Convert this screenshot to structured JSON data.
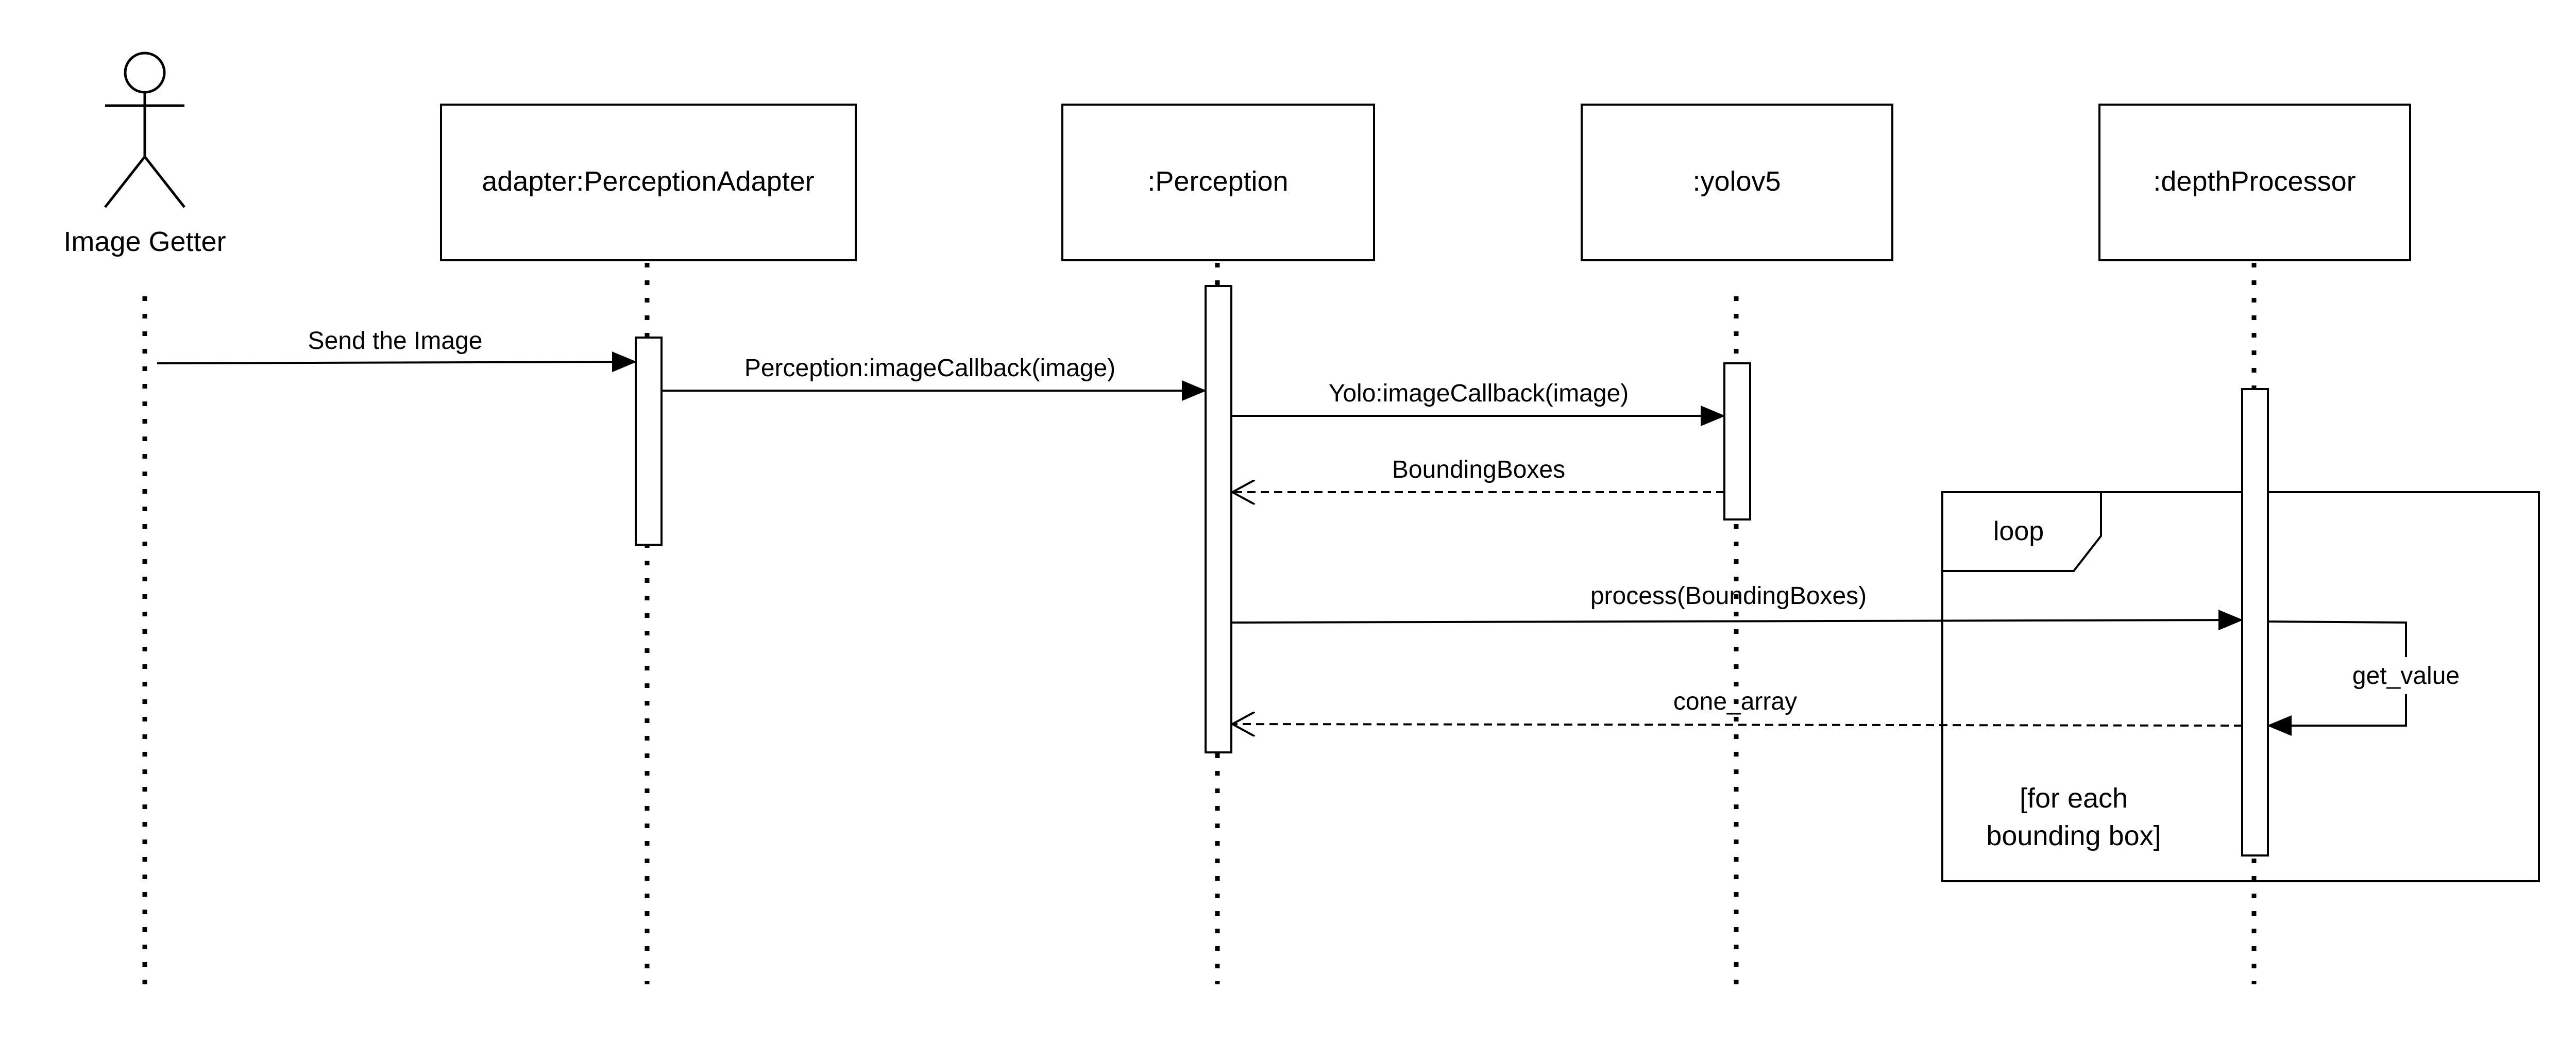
{
  "actor": {
    "label": "Image Getter"
  },
  "participants": [
    {
      "label": "adapter:PerceptionAdapter"
    },
    {
      "label": ":Perception"
    },
    {
      "label": ":yolov5"
    },
    {
      "label": ":depthProcessor"
    }
  ],
  "messages": {
    "send_image": "Send the Image",
    "perception_callback": "Perception:imageCallback(image)",
    "yolo_callback": "Yolo:imageCallback(image)",
    "bounding_boxes": "BoundingBoxes",
    "process": "process(BoundingBoxes)",
    "get_value": "get_value",
    "cone_array": "cone_array"
  },
  "loop": {
    "label": "loop",
    "guard_line1": "[for each",
    "guard_line2": "bounding box]"
  },
  "colors": {
    "line": "#000000",
    "background": "#ffffff"
  }
}
